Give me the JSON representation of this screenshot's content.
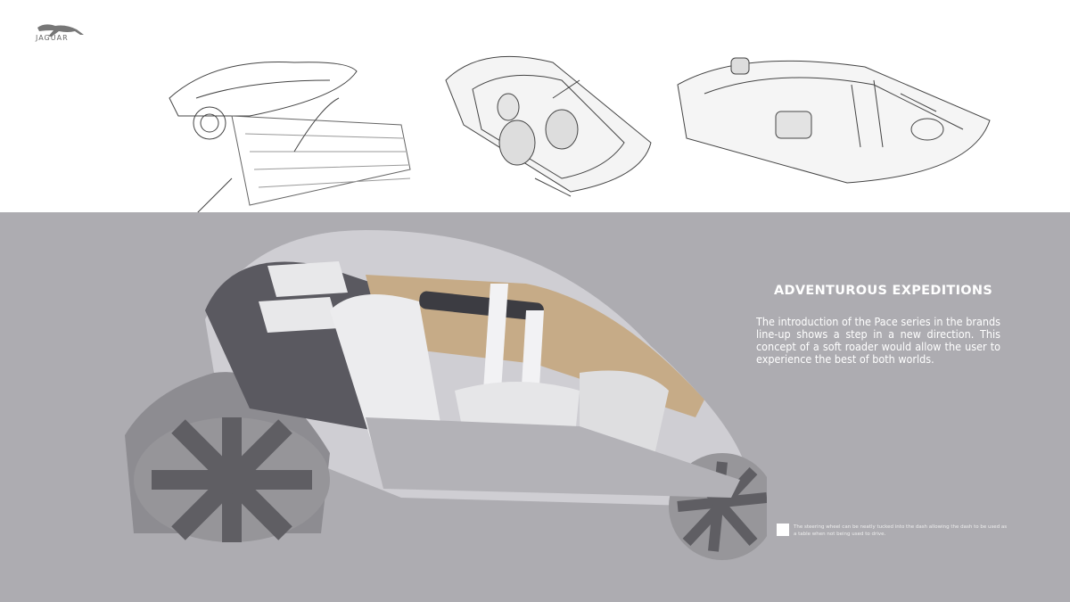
{
  "brand": {
    "logo_text": "JAGUAR"
  },
  "main": {
    "heading": "ADVENTUROUS EXPEDITIONS",
    "body": "The introduction of the Pace series in the brands line-up shows a step in a new direction. This concept of a soft roader would allow the user to experience the best of both worlds.",
    "caption": "The steering wheel can be neatly tucked into the dash allowing the dash to be used as a table when not being used to drive."
  },
  "colors": {
    "panel_background": "#adacb1",
    "top_background": "#ffffff",
    "accent_wood": "#c8ad8a"
  }
}
